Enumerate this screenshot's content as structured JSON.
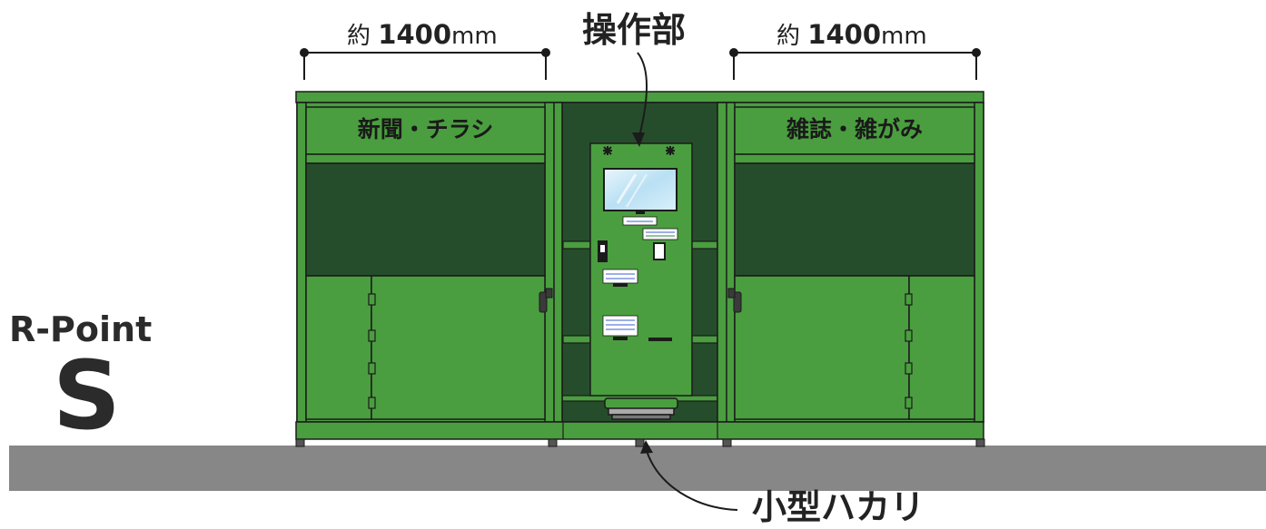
{
  "dimensions": {
    "left": {
      "prefix": "約",
      "value": "1400",
      "unit": "mm"
    },
    "right": {
      "prefix": "約",
      "value": "1400",
      "unit": "mm"
    }
  },
  "callouts": {
    "control_panel": "操作部",
    "scale": "小型ハカリ"
  },
  "brand": {
    "name": "R-Point",
    "model": "S"
  },
  "bins": {
    "left_label": "新聞・チラシ",
    "right_label": "雑誌・雑がみ"
  },
  "colors": {
    "cabinet": "#4a9e3f",
    "cabinet_dark": "#264d2b",
    "outline": "#1b1b1b",
    "floor": "#878787",
    "screen": "#bfe3f5"
  }
}
